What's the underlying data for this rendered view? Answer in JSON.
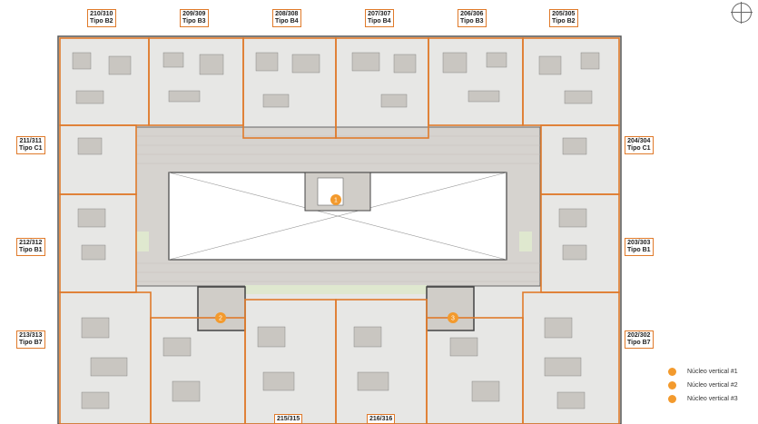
{
  "units": [
    {
      "id": "210-310",
      "number": "210/310",
      "type": "Tipo B2"
    },
    {
      "id": "209-309",
      "number": "209/309",
      "type": "Tipo B3"
    },
    {
      "id": "208-308",
      "number": "208/308",
      "type": "Tipo B4"
    },
    {
      "id": "207-307",
      "number": "207/307",
      "type": "Tipo B4"
    },
    {
      "id": "206-306",
      "number": "206/306",
      "type": "Tipo B3"
    },
    {
      "id": "205-305",
      "number": "205/305",
      "type": "Tipo B2"
    },
    {
      "id": "211-311",
      "number": "211/311",
      "type": "Tipo C1"
    },
    {
      "id": "204-304",
      "number": "204/304",
      "type": "Tipo C1"
    },
    {
      "id": "212-312",
      "number": "212/312",
      "type": "Tipo B1"
    },
    {
      "id": "203-303",
      "number": "203/303",
      "type": "Tipo B1"
    },
    {
      "id": "213-313",
      "number": "213/313",
      "type": "Tipo B7"
    },
    {
      "id": "202-302",
      "number": "202/302",
      "type": "Tipo B7"
    },
    {
      "id": "215-315",
      "number": "215/315",
      "type": ""
    },
    {
      "id": "216-316",
      "number": "216/316",
      "type": ""
    }
  ],
  "cores": [
    {
      "id": "1",
      "label": "1"
    },
    {
      "id": "2",
      "label": "2"
    },
    {
      "id": "3",
      "label": "3"
    }
  ],
  "legend": [
    {
      "text": "Núcleo vertical #1"
    },
    {
      "text": "Núcleo vertical #2"
    },
    {
      "text": "Núcleo vertical #3"
    }
  ],
  "colors": {
    "accent": "#e07a2a",
    "core": "#f39a2d",
    "wall": "#555555",
    "floor": "#e7e7e5",
    "corridor": "#d6d3cf",
    "courtyard": "#ffffff"
  },
  "icons": {
    "compass": "north-arrow-icon"
  }
}
